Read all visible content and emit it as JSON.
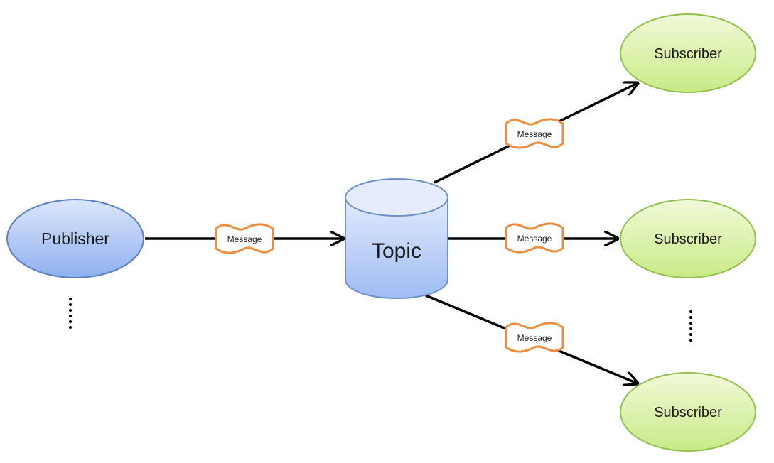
{
  "publisher": {
    "label": "Publisher"
  },
  "topic": {
    "label": "Topic"
  },
  "subscribers": [
    {
      "label": "Subscriber"
    },
    {
      "label": "Subscriber"
    },
    {
      "label": "Subscriber"
    }
  ],
  "messages": [
    {
      "label": "Message"
    },
    {
      "label": "Message"
    },
    {
      "label": "Message"
    },
    {
      "label": "Message"
    }
  ],
  "colors": {
    "publisher_fill_top": "#dbe6fb",
    "publisher_fill_bottom": "#8fb0ef",
    "publisher_stroke": "#5b7fc4",
    "topic_fill_top": "#e2ebfd",
    "topic_fill_bottom": "#9fbcf3",
    "topic_stroke": "#6d8fce",
    "subscriber_fill_top": "#f1fad9",
    "subscriber_fill_bottom": "#c9ea86",
    "subscriber_stroke": "#93bf4e",
    "message_stroke": "#ed8d3e",
    "arrow": "#000000"
  }
}
